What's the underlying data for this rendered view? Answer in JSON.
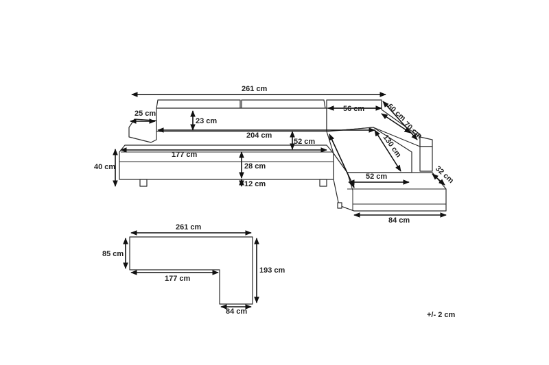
{
  "top_view": {
    "overall_width": "261 cm",
    "headrest_depth": "56 cm",
    "headrest_60": "60 cm",
    "chaise_width": "70 cm",
    "armrest_width": "25 cm",
    "headrest_height": "23 cm",
    "back_length": "204 cm",
    "back_height": "52 cm",
    "chaise_diagonal": "130 cm",
    "seat_length": "177 cm",
    "total_height": "40 cm",
    "seat_height": "28 cm",
    "leg_height": "12 cm",
    "chaise_seat_depth": "52 cm",
    "side_height": "32 cm",
    "chaise_depth": "84 cm"
  },
  "plan_view": {
    "width": "261 cm",
    "depth": "85 cm",
    "length": "193 cm",
    "inner_length": "177 cm",
    "chaise_width": "84 cm"
  },
  "tolerance": "+/- 2 cm"
}
